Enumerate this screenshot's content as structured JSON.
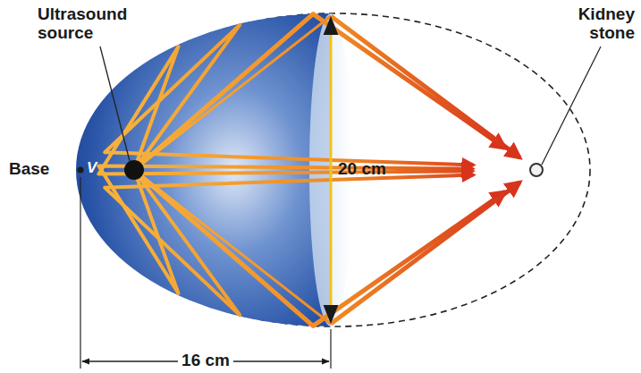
{
  "diagram": {
    "labels": [
      "Ultrasound source",
      "Kidney stone",
      "Base",
      "V",
      "20 cm",
      "16 cm"
    ]
  }
}
